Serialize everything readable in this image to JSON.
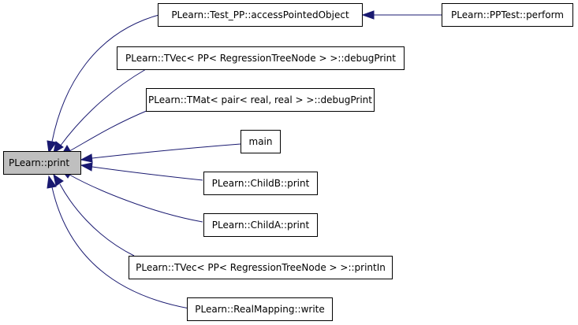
{
  "graph": {
    "root": {
      "label": "PLearn::print"
    },
    "callers": [
      {
        "id": "access-pointed-object",
        "label": "PLearn::Test_PP::accessPointedObject"
      },
      {
        "id": "tvec-debug-print",
        "label": "PLearn::TVec< PP< RegressionTreeNode > >::debugPrint"
      },
      {
        "id": "tmat-debug-print",
        "label": "PLearn::TMat< pair< real, real > >::debugPrint"
      },
      {
        "id": "main",
        "label": "main"
      },
      {
        "id": "childb-print",
        "label": "PLearn::ChildB::print"
      },
      {
        "id": "childa-print",
        "label": "PLearn::ChildA::print"
      },
      {
        "id": "tvec-println",
        "label": "PLearn::TVec< PP< RegressionTreeNode > >::printIn"
      },
      {
        "id": "realmapping-write",
        "label": "PLearn::RealMapping::write"
      }
    ],
    "second_level": [
      {
        "id": "pptest-perform",
        "label": "PLearn::PPTest::perform"
      }
    ],
    "edge_color": "#191970",
    "root_fill": "#bfbfbf"
  }
}
